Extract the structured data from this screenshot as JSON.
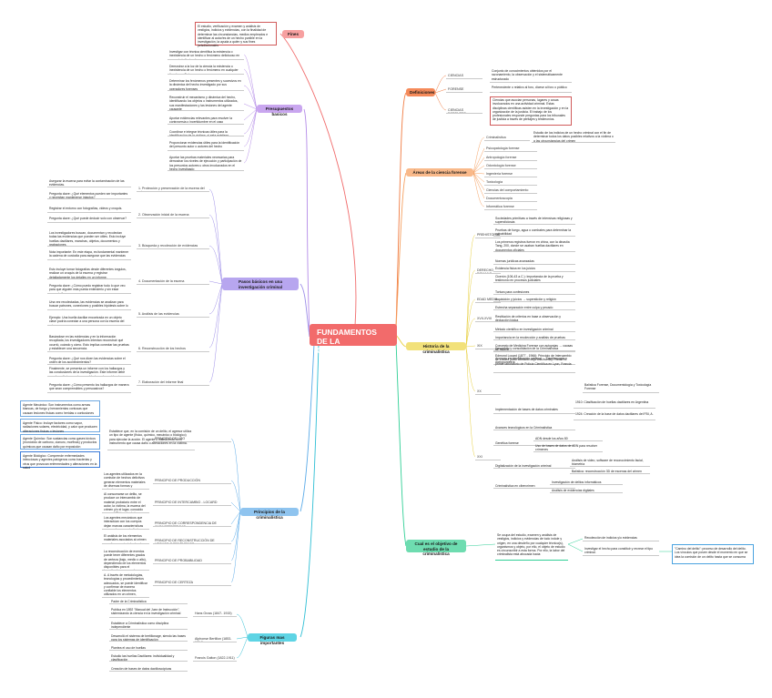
{
  "root": {
    "title": "FUNDAMENTOS DE LA CRIMINALÍSTICA"
  },
  "colors": {
    "root": "#f26b6b",
    "fines": "#f7a0a0",
    "definiciones": "#f58a5a",
    "areas": "#f9b98a",
    "historia": "#f2e17a",
    "objeto": "#6edcb0",
    "pasos": "#b7a6ef",
    "presupuestos": "#c9a6ef",
    "principios": "#8fc4ef",
    "figuras": "#5ed4e4"
  },
  "fines": {
    "label": "Fines",
    "text": "El estudio, verificación y examen y análisis de vestigios, indicios y evidencias, con la finalidad de determinar las circunstancias, medios empleados e identificar al autor/es de un hecho punible en la investigación, la ayuda a quién y sus fines jurisdiccionales"
  },
  "presupuestos": {
    "label": "Presupuestos basicos",
    "items": [
      "Investigar con técnica científica la existencia o inexistencia de un hecho o fenómeno delictuoso en casos jurisdiccionales",
      "Demostrar a la luz de la ciencia la existencia o inexistencia de un hecho o fenómeno en cualquier tipo de conflicto",
      "Determinar los fenómenos presentes y sucesivos en la dinámica del hecho investigado por sus operadores forenses",
      "Reconstruir el mecanismo y dinámica del hecho, identificando los objetos o instrumentos utilizados, sus manifestaciones y las lesiones del agente causante",
      "Aportar evidencias relevantes para resolver la controversia o incertidumbre en el caso",
      "Coordinar e integrar técnicas útiles para la identificación de la víctima, si esta existiera",
      "Proporcionar evidencias útiles para la identificación del presunto autor o autores del hecho",
      "Aportar las pruebas materiales necesarias para demostrar los niveles de ejecución y participación de los presuntos autores u otros involucrados en el hecho investigado"
    ]
  },
  "pasos": {
    "label": "Pasos básicos en una investigación criminal",
    "steps": [
      {
        "label": "1. Protección y preservación de la escena del crimen",
        "items": [
          "Asegurar la escena para evitar la contaminación de las evidencias.",
          "Pregunta clave: ¿Qué elementos pueden ser importantes y necesitan mantenerse intactos?"
        ]
      },
      {
        "label": "2. Observación inicial de la escena",
        "items": [
          "Registrar el entorno con fotografías, videos y croquis.",
          "Pregunta clave: ¿Qué puede deducir solo con observar?"
        ]
      },
      {
        "label": "3. Búsqueda y recolección de evidencias",
        "items": [
          "Los investigadores buscan, documentan y recolectan todas las evidencias que pueden ser útiles. Esto incluye huellas dactilares, manchas, objetos, documentos y grabaciones.",
          "Nota importante: En este etapa, es fundamental mantener la cadena de custodia para asegurar que las evidencias no se alteren"
        ]
      },
      {
        "label": "4. Documentación de la escena",
        "items": [
          "Esto incluye tomar fotografías desde diferentes ángulos, realizar un croquis de la escena y registrar detalladamente los detalles en un informe.",
          "Pregunta clave: ¿Cómo puedo registrar todo lo que veo para que alguien más pueda entenderlo y sin estar presente?"
        ]
      },
      {
        "label": "5. Análisis de las evidencias",
        "items": [
          "Una vez recolectadas, las evidencias se analizan para buscar patrones, conexiones y posibles hipótesis sobre lo que ocurrió.",
          "Ejemplo: Una huella dactilar encontrada en un objeto clave podría conectar a una persona con la escena del crimen."
        ]
      },
      {
        "label": "6. Reconstrucción de los hechos",
        "items": [
          "Basándose en las evidencias y en la información recopilada, los investigadores intentan reconstruir qué ocurrió, cuándo y cómo. Esto implica conectar las pruebas y establecer una secuencia.",
          "Pregunta clave: ¿Qué nos dicen las evidencias sobre el orden de los acontecimientos?"
        ]
      },
      {
        "label": "7. Elaboración del informe final",
        "items": [
          "Finalmente, se presenta un informe con los hallazgos y las conclusiones de la investigación. Este informe debe ser claro, lógico y estar respaldado por las evidencias.",
          "Pregunta clave: ¿Cómo presento los hallazgos de manera que sean comprensibles y persuasivos?"
        ]
      }
    ]
  },
  "agentes": [
    "Agente Mecánico: Son instrumentos como armas blancas, de fuego y herramientas contusas que causan lesiones físicas como heridas o contusiones",
    "Agente Físico: Incluye factores como vapor, radiaciones solares, electricidad, y calor que producen alteraciones físicas o lesiones",
    "Agente Químico: Son sustancias como gases tóxicos (monóxido de carbono, cianuro, morfinas) y productos químicos que causan daño por exposición",
    "Agente Biológico: Comprende enfermedades infecciosas y agentes patógenos como bacterias y virus que provocan enfermedades y alteraciones en la salud"
  ],
  "principios": {
    "label": "Principios de la criminalística",
    "items": [
      {
        "label": "PRINCIPIO DE USO",
        "text": "Establece que, en la comisión de un delito, el agresor utiliza un tipo de agente (físico, químico, mecánico o biológico) para ejecutar la acción. El agente o instrumento es el instrumento que causa daño o alteraciones en la víctima."
      },
      {
        "label": "PRINCIPIO DE PRODUCCIÓN",
        "text": "Los agentes utilizados en la comisión de hechos delictivos generan elementos materiales de diversas formas y estructuras, que sirven para reconstruir e identificar el crimen (López, 2009)."
      },
      {
        "label": "PRINCIPIO DE INTERCAMBIO - LOCARD",
        "text": "Al consumarse un delito, se produce un intercambio de material probatorio entre el autor, la víctima, la escena del crimen y/o el lugar, conocido como el \"Triángulo de la evidencia\" (Acurero, 2012)."
      },
      {
        "label": "PRINCIPIO DE CORRESPONDENCIA DE CARACTERÍSTICAS",
        "text": "Los agentes mecánicos que interactúan con los cuerpos dejan marcas características que pueden ser estudiadas mediante comparaciones micro y macro para identificar al autor"
      },
      {
        "label": "PRINCIPIO DE RECONSTRUCCIÓN DE HECHOS O FENÓMENOS",
        "text": "El análisis de los elementos materiales asociados al crimen permite reconstruir los hechos y entender la conducta punible"
      },
      {
        "label": "PRINCIPIO DE PROBABILIDAD",
        "text": "La reconstrucción de eventos puede tener diferentes grados de certeza (bajo, medio o alto), dependiendo de los elementos disponibles para el investigador, ya que algunos pueden no ser accesibles."
      },
      {
        "label": "PRINCIPIO DE CERTEZA",
        "text": "A. A través de metodologías, tecnologías y procedimientos adecuados, se puede identificar y confirmar de manera confiable los elementos utilizados en un crimen, garantizando la exactitud y procedencia de las pruebas (López, 2009)."
      }
    ]
  },
  "figuras": {
    "label": "Figuras mas importantes",
    "people": [
      {
        "name": "Hans Gross (1847- 1915)",
        "items": [
          "Padre de la Criminalística",
          "Publica en 1892 \"Manual del Juez de Instrucción\", sistemizando la ciencia en la investigación criminal",
          "Establece a Criminalística como disciplina independiente"
        ]
      },
      {
        "name": "Alphonse Bertillon (1853-1914)",
        "items": [
          "Desarrolló el sistema de bertillonage, siendo las bases para los sistemas de identificación"
        ]
      },
      {
        "name": "Francis Galton (1822-1911)",
        "items": [
          "Plantea el uso de huellas",
          "Estudio las huellas Dactilares: individualidad y clasificación",
          "Creación de bases de datos dactiloscópicas"
        ]
      }
    ]
  },
  "definiciones": {
    "label": "Definiciones",
    "items": [
      {
        "label": "CIENCIAS",
        "text": "Conjunto de conocimientos obtenidos por el razonamiento, la observación y el sistemáticamente estructurado"
      },
      {
        "label": "FORENSE",
        "text": "Perteneciente o relativo al foro, dícese al foro o público"
      },
      {
        "label": "CIENCIAS FORENSES",
        "text": "Ciencias que asocian personas, lugares y cosas involucrados en una actividad criminal. Estas disciplinas científicas asisten en la investigación y en la organización de la justicia. El trabajo de los profesionales responde preguntas para los tribunales de justicia a través de peritajes y testimonios."
      }
    ]
  },
  "areas": {
    "label": "Áreas de la ciencia forense",
    "criminalistica": {
      "label": "Criminalística",
      "text": "Estudio de los indicios de un hecho criminal con el fin de determinar todos los datos posibles relativos a la víctima o a las circunstancias del crimen"
    },
    "items": [
      "Psicopatología forense",
      "Antropología forense",
      "Odontología forense",
      "Ingeniería forense",
      "Toxicología",
      "Ciencias del comportamiento",
      "Documentoscopia",
      "Informática forense"
    ]
  },
  "historia": {
    "label": "Historia de la criminalística",
    "eras": [
      {
        "label": "PREHISTORIA",
        "items": [
          "Sociedades primitivas a través de intensivas religiosas y supersticiosas",
          "Pruebas de fuego, agua o combates para determinar la culpabilidad",
          "Los primeros registros fueron en china, con la dinastía Tang, 200, donde se usaban huellas dactilares en documentos oficiales"
        ]
      },
      {
        "label": "DERECHO ROMANO",
        "items": [
          "Normas jurídicas avanzadas",
          "Evidencia física en los juicios",
          "Cicerón (106-43 a.C.): Importancia de la prueba y testimonio en procesos judiciales"
        ]
      },
      {
        "label": "EDAD MEDIA",
        "items": [
          "Tortura para confesiones",
          "Inquisición y juicios → superstición y religión",
          "Estrecha separación entre culpa y pecado"
        ]
      },
      {
        "label": "XVII-XVIII",
        "items": [
          "Restitución de criterios en base a observación y deducción lógica"
        ]
      },
      {
        "label": "XIX",
        "items": [
          "Método científico en investigación criminal",
          "Importancia en la recolección y análisis de pruebas",
          "Concepto de Medicina Forense con autopsias → causas de muerte",
          "Avances en identificación criminal → Dactiloscopia y Antropometría"
        ]
      },
      {
        "label": "XX",
        "items": [
          "Desarrollo y consolidación de la Criminalística",
          "Edmond Locard (1877 - 1966): Principio de Intercambio de Locard (todo contacto deja una huella). Fundó el primer laboratorio de Policía Científica en Lyon, Francia",
          "Implementación de bases de datos criminales"
        ],
        "sub": {
          "locard": "Balística Forense, Documentología y Toxicología Forense",
          "bases": [
            "1910: Clasificación de huellas dactilares en Argentina",
            "1924: Creación de la base de datos dactilares del FBI, A."
          ]
        }
      },
      {
        "label": "XXI",
        "items": [
          "Avances tecnológicos en la Criminalística",
          "Genética forense",
          "Digitalización de la investigación criminal",
          "Criminalística en cibercrimen"
        ],
        "sub": {
          "genetica": [
            "ADN desde los años 80",
            "Uso de bases de datos de ADN para resolver crímenes"
          ],
          "digital": [
            "Análisis de video, software de reconocimiento facial, biometría",
            "Balística: reconstrucción 3D de escenas del crimen"
          ],
          "ciber": [
            "Investigación de delitos informáticos",
            "Análisis de evidencias digitales"
          ]
        }
      }
    ]
  },
  "objeto": {
    "label": "Cual es el objetivo de estudio de la criminalística",
    "text": "Se ocupa del estudio, examen y análisis de vestigios, indicios y evidencias de todo índole y origen, en una desdeño por cualquier técnica(s), organismos y objeto, por ello, el objeto de estudio es circunscribir a esta forma. Por ello, la labor del criminalista está abocada hacia:",
    "items": [
      "Recolección de indicios y/o evidencias",
      "Investigar el hecho para constituir y recrear el tipo criminal."
    ],
    "quote": "\"Camino del delito\": proceso de desarrollo del delito. Los vínculos que posee desde el momento en que se idea la comisión de un delito hasta que se consuma"
  }
}
